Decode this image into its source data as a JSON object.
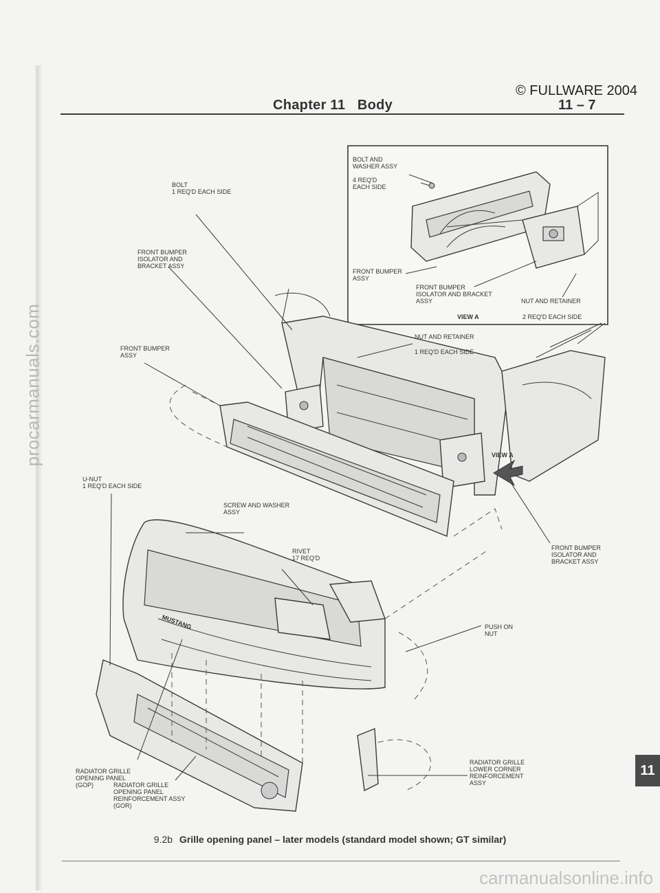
{
  "header": {
    "chapter": "Chapter 11",
    "section": "Body",
    "copyright": "© FULLWARE 2004",
    "page_number": "11 – 7"
  },
  "diagram": {
    "view_a_box": {
      "bolt_washer": "BOLT AND",
      "bolt_washer_2": "WASHER ASSY",
      "reqd_4": "4 REQ'D",
      "each_side": "EACH SIDE",
      "front_bumper_assy_1": "FRONT BUMPER",
      "front_bumper_assy_2": "ASSY",
      "isolator_1": "FRONT BUMPER",
      "isolator_2": "ISOLATOR AND BRACKET",
      "isolator_3": "ASSY",
      "nut_retainer": "NUT AND RETAINER",
      "view_a": "VIEW A",
      "reqd_2": "2 REQ'D EACH SIDE"
    },
    "labels": {
      "bolt_1": "BOLT",
      "bolt_2": "1 REQ'D EACH SIDE",
      "fbi_1": "FRONT BUMPER",
      "fbi_2": "ISOLATOR AND",
      "fbi_3": "BRACKET ASSY",
      "fb_1": "FRONT BUMPER",
      "fb_2": "ASSY",
      "nut_ret_1": "NUT AND RETAINER",
      "nut_ret_2": "1 REQ'D EACH SIDE",
      "unut_1": "U-NUT",
      "unut_2": "1 REQ'D EACH SIDE",
      "screw_1": "SCREW AND WASHER",
      "screw_2": "ASSY",
      "rivet_1": "RIVET",
      "rivet_2": "17 REQ'D",
      "view_a": "VIEW A",
      "fbi_r_1": "FRONT BUMPER",
      "fbi_r_2": "ISOLATOR AND",
      "fbi_r_3": "BRACKET ASSY",
      "push_1": "PUSH ON",
      "push_2": "NUT",
      "rgop_1": "RADIATOR GRILLE",
      "rgop_2": "OPENING PANEL",
      "rgop_3": "(GOP)",
      "rglc_1": "RADIATOR GRILLE",
      "rglc_2": "LOWER CORNER",
      "rglc_3": "REINFORCEMENT",
      "rglc_4": "ASSY",
      "rgor_1": "RADIATOR GRILLE",
      "rgor_2": "OPENING PANEL",
      "rgor_3": "REINFORCEMENT ASSY",
      "rgor_4": "(GOR)",
      "badge": "MUSTANG"
    }
  },
  "caption": {
    "figure_number": "9.2b",
    "text": "Grille opening panel – later models",
    "subtext": "(standard model shown; GT similar)"
  },
  "tab": "11",
  "watermarks": {
    "side": "procarmanuals.com",
    "bottom": "carmanualsonline.info"
  }
}
